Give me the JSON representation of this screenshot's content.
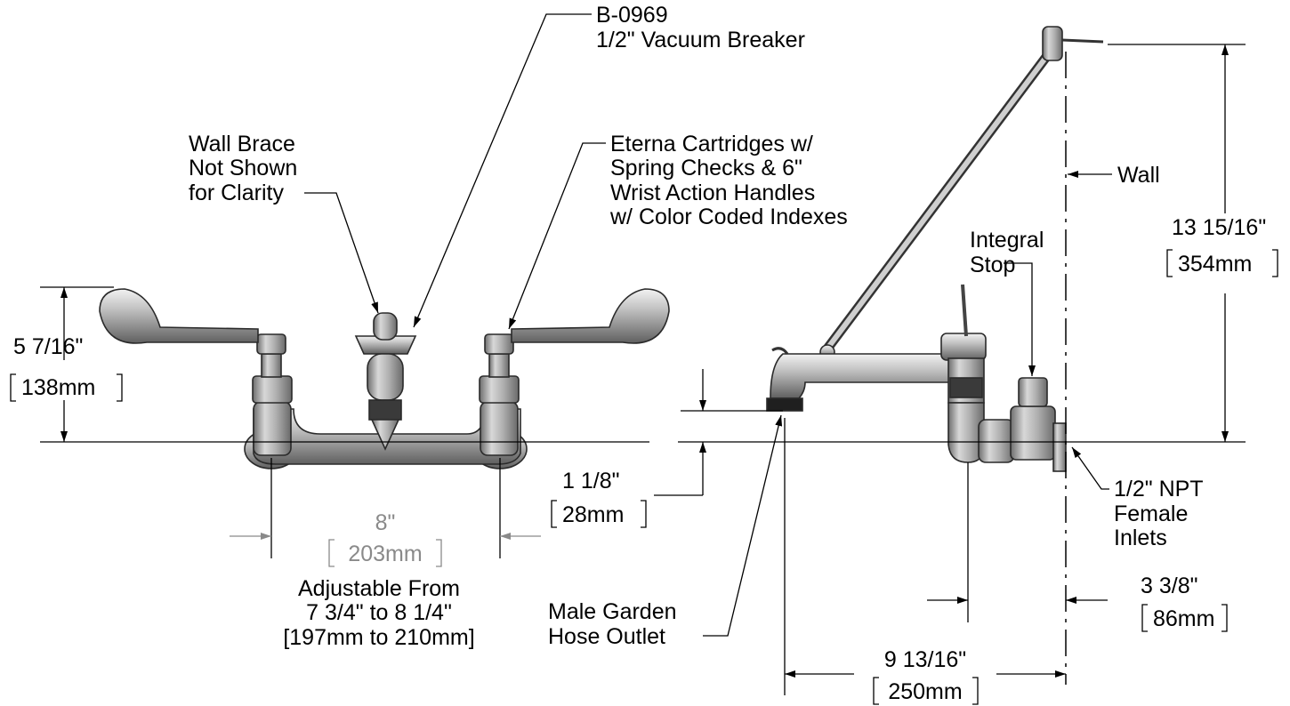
{
  "callouts": {
    "vacuum_breaker": [
      "B-0969",
      "1/2\" Vacuum Breaker"
    ],
    "wall_brace": [
      "Wall Brace",
      "Not Shown",
      "for Clarity"
    ],
    "cartridges": [
      "Eterna Cartridges w/",
      "Spring Checks & 6\"",
      "Wrist Action Handles",
      "w/ Color Coded Indexes"
    ],
    "wall": "Wall",
    "integral_stop": [
      "Integral",
      "Stop"
    ],
    "npt_inlets": [
      "1/2\" NPT",
      "Female",
      "Inlets"
    ],
    "hose_outlet": [
      "Male Garden",
      "Hose Outlet"
    ],
    "adjustable": [
      "Adjustable From",
      "7 3/4\" to 8 1/4\"",
      "[197mm to 210mm]"
    ]
  },
  "dimensions": {
    "handle_height": {
      "imperial": "5 7/16\"",
      "metric": "138mm"
    },
    "centers": {
      "imperial": "8\"",
      "metric": "203mm"
    },
    "outlet_drop": {
      "imperial": "1 1/8\"",
      "metric": "28mm"
    },
    "total_height": {
      "imperial": "13 15/16\"",
      "metric": "354mm"
    },
    "wall_offset": {
      "imperial": "3 3/8\"",
      "metric": "86mm"
    },
    "spout_reach": {
      "imperial": "9 13/16\"",
      "metric": "250mm"
    }
  }
}
